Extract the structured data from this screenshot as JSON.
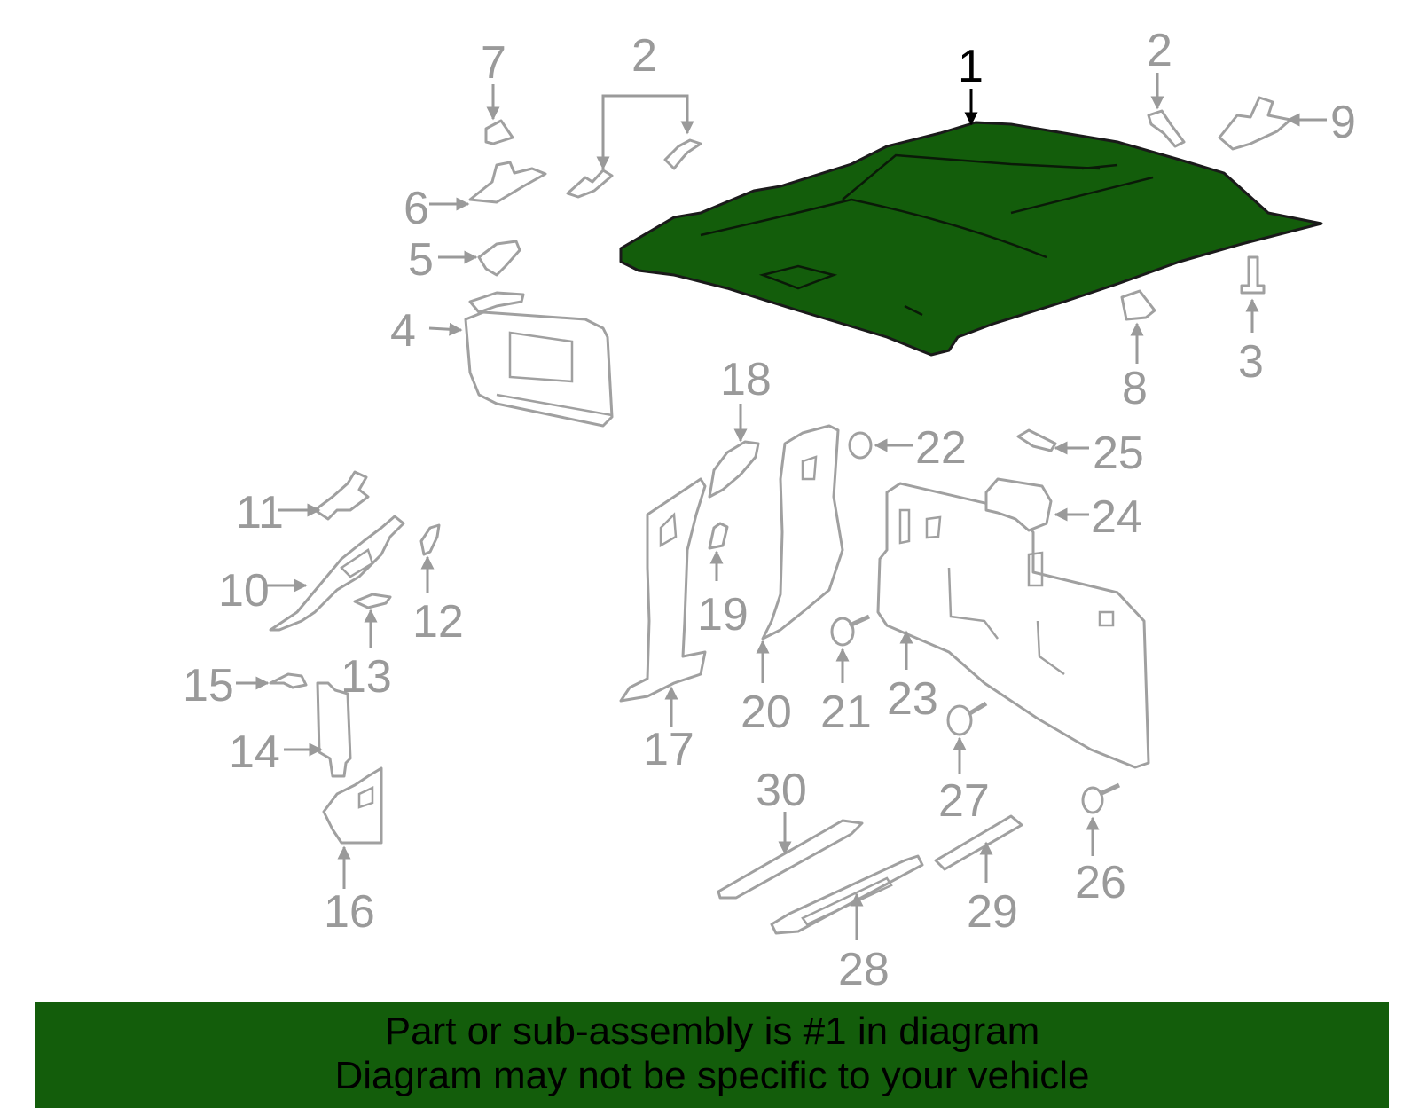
{
  "banner": {
    "line1": "Part or sub-assembly is #1 in diagram",
    "line2": "Diagram may not be specific to your vehicle"
  },
  "colors": {
    "highlight": "#135d0b",
    "outline": "#a0a0a0",
    "banner": "#135d0b"
  },
  "callouts": {
    "p1": "1",
    "p2a": "2",
    "p2b": "2",
    "p3": "3",
    "p4": "4",
    "p5": "5",
    "p6": "6",
    "p7": "7",
    "p8": "8",
    "p9": "9",
    "p10": "10",
    "p11": "11",
    "p12": "12",
    "p13": "13",
    "p14": "14",
    "p15": "15",
    "p16": "16",
    "p17": "17",
    "p18": "18",
    "p19": "19",
    "p20": "20",
    "p21": "21",
    "p22": "22",
    "p23": "23",
    "p24": "24",
    "p25": "25",
    "p26": "26",
    "p27": "27",
    "p28": "28",
    "p29": "29",
    "p30": "30"
  }
}
